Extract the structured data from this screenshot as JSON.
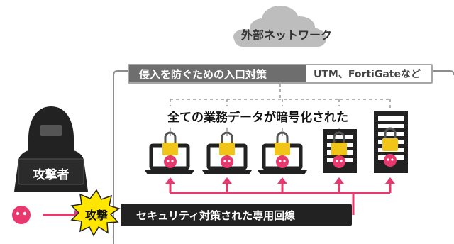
{
  "labels": {
    "cloud": "外部ネットワーク",
    "entry_title": "侵入を防ぐための入口対策",
    "entry_sub": "UTM、FortiGateなど",
    "encrypted": "全ての業務データが暗号化された",
    "attacker": "攻撃者",
    "attack": "攻撃",
    "secure_line": "セキュリティ対策された専用回線"
  },
  "colors": {
    "accent": "#e8386d",
    "dark": "#222222",
    "gray": "#6e6e6e",
    "lock": "#f0c419",
    "burst": "#ffe600"
  },
  "icons": {
    "cloud": "cloud-icon",
    "attacker": "hooded-hacker-icon",
    "virus": "virus-icon",
    "lock": "padlock-icon",
    "laptop": "laptop-icon",
    "server": "server-icon",
    "burst": "starburst-icon"
  }
}
